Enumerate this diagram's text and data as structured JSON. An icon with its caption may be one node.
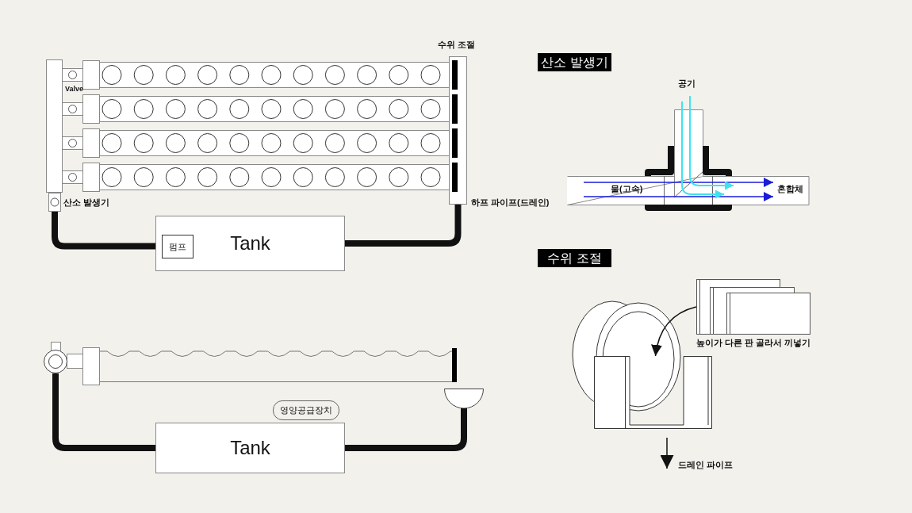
{
  "diagram": {
    "nodes": [
      {
        "text": [],
        "shape": "box",
        "beside": [
          "산소 발생기"
        ]
      },
      {
        "text": [],
        "shape": "box",
        "beside": [
          "수위 조절",
          "하프 파이프(드레인)"
        ]
      },
      {
        "text": [
          "Tank"
        ]
      },
      {
        "text": [
          "펌프"
        ],
        "in": 2
      },
      {
        "text": [],
        "shape": "circle"
      },
      {
        "text": [
          "영양공급장치"
        ]
      },
      {
        "text": [
          "Tank"
        ]
      },
      {
        "text": [],
        "shape": "semicircle"
      },
      {
        "text": [
          "산소 발생기"
        ]
      },
      {
        "text": [
          "수위 조절"
        ]
      },
      {
        "text": [],
        "shape": "box",
        "beside": [
          "높이가 다른 판 골라서 끼넣기"
        ]
      },
      {
        "text": [],
        "shape": "picture"
      }
    ],
    "edges": [
      {
        "from": 0,
        "to": 2,
        "arrow": "none"
      },
      {
        "from": 2,
        "to": 1,
        "arrow": "none"
      },
      {
        "from": 4,
        "to": 6,
        "arrow": "none"
      },
      {
        "from": 6,
        "to": 7,
        "arrow": "none"
      },
      {
        "from": 10,
        "to": 11,
        "arrow": "to"
      }
    ],
    "labels": [
      "Valve",
      "공기",
      "물(고속)",
      "혼합체",
      "드레인 파이프"
    ]
  }
}
